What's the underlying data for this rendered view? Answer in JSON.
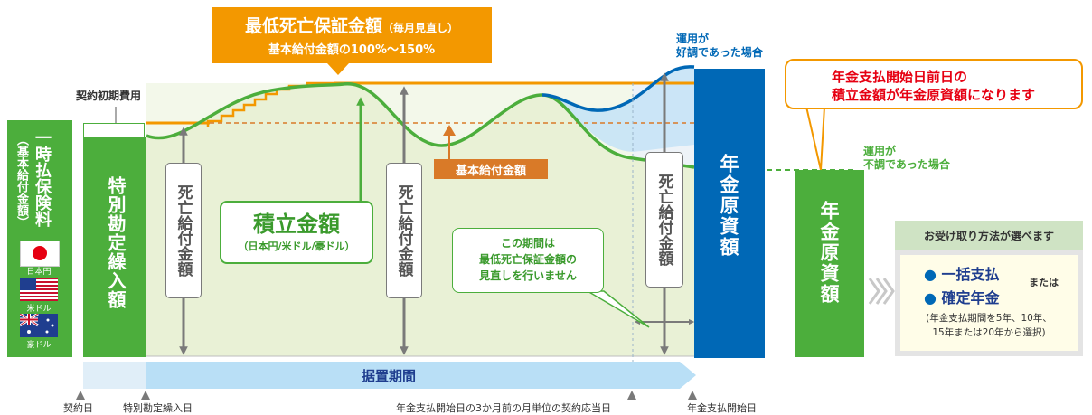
{
  "premium": {
    "title": "一時払保険料",
    "subtitle": "（基本給付金額）",
    "currencies": [
      {
        "label": "日本円",
        "flag": "jp-flag-icon"
      },
      {
        "label": "米ドル",
        "flag": "us-flag-icon"
      },
      {
        "label": "豪ドル",
        "flag": "au-flag-icon"
      }
    ]
  },
  "initial_cost_label": "契約初期費用",
  "special_account": "特別勘定繰入額",
  "min_death": {
    "title": "最低死亡保証金額",
    "title_note": "（毎月見直し）",
    "subtitle": "基本給付金額の100%～150%"
  },
  "death_benefit": "死亡給付金額",
  "accumulated": {
    "title": "積立金額",
    "subtitle": "（日本円/米ドル/豪ドル）"
  },
  "basic_benefit": "基本給付金額",
  "note_no_review": {
    "line1": "この期間は",
    "line2": "最低死亡保証金額の",
    "line3": "見直しを行いません"
  },
  "good_perf": {
    "line1": "運用が",
    "line2": "好調であった場合"
  },
  "poor_perf": {
    "line1": "運用が",
    "line2": "不調であった場合"
  },
  "callout": {
    "line1": "年金支払開始日前日の",
    "line2": "積立金額が年金原資額になります"
  },
  "annuity_principal": "年金原資額",
  "options": {
    "header": "お受け取り方法が選べます",
    "option1": "一括支払",
    "or": "または",
    "option2": "確定年金",
    "note_line1": "(年金支払期間を5年、10年、",
    "note_line2": "15年または20年から選択)"
  },
  "deferral_period": "据置期間",
  "timeline": {
    "contract_date": "契約日",
    "special_date": "特別勘定繰入日",
    "three_month": "年金支払開始日の3か月前の月単位の契約応当日",
    "start_date": "年金支払開始日"
  },
  "colors": {
    "green": "#4cae3c",
    "green_light": "#e9f1d6",
    "orange": "#f39800",
    "orange_dark": "#d97a28",
    "blue": "#0068b6",
    "blue_light": "#9fd0f0",
    "red": "#e60012",
    "gray": "#7a7a7a"
  }
}
